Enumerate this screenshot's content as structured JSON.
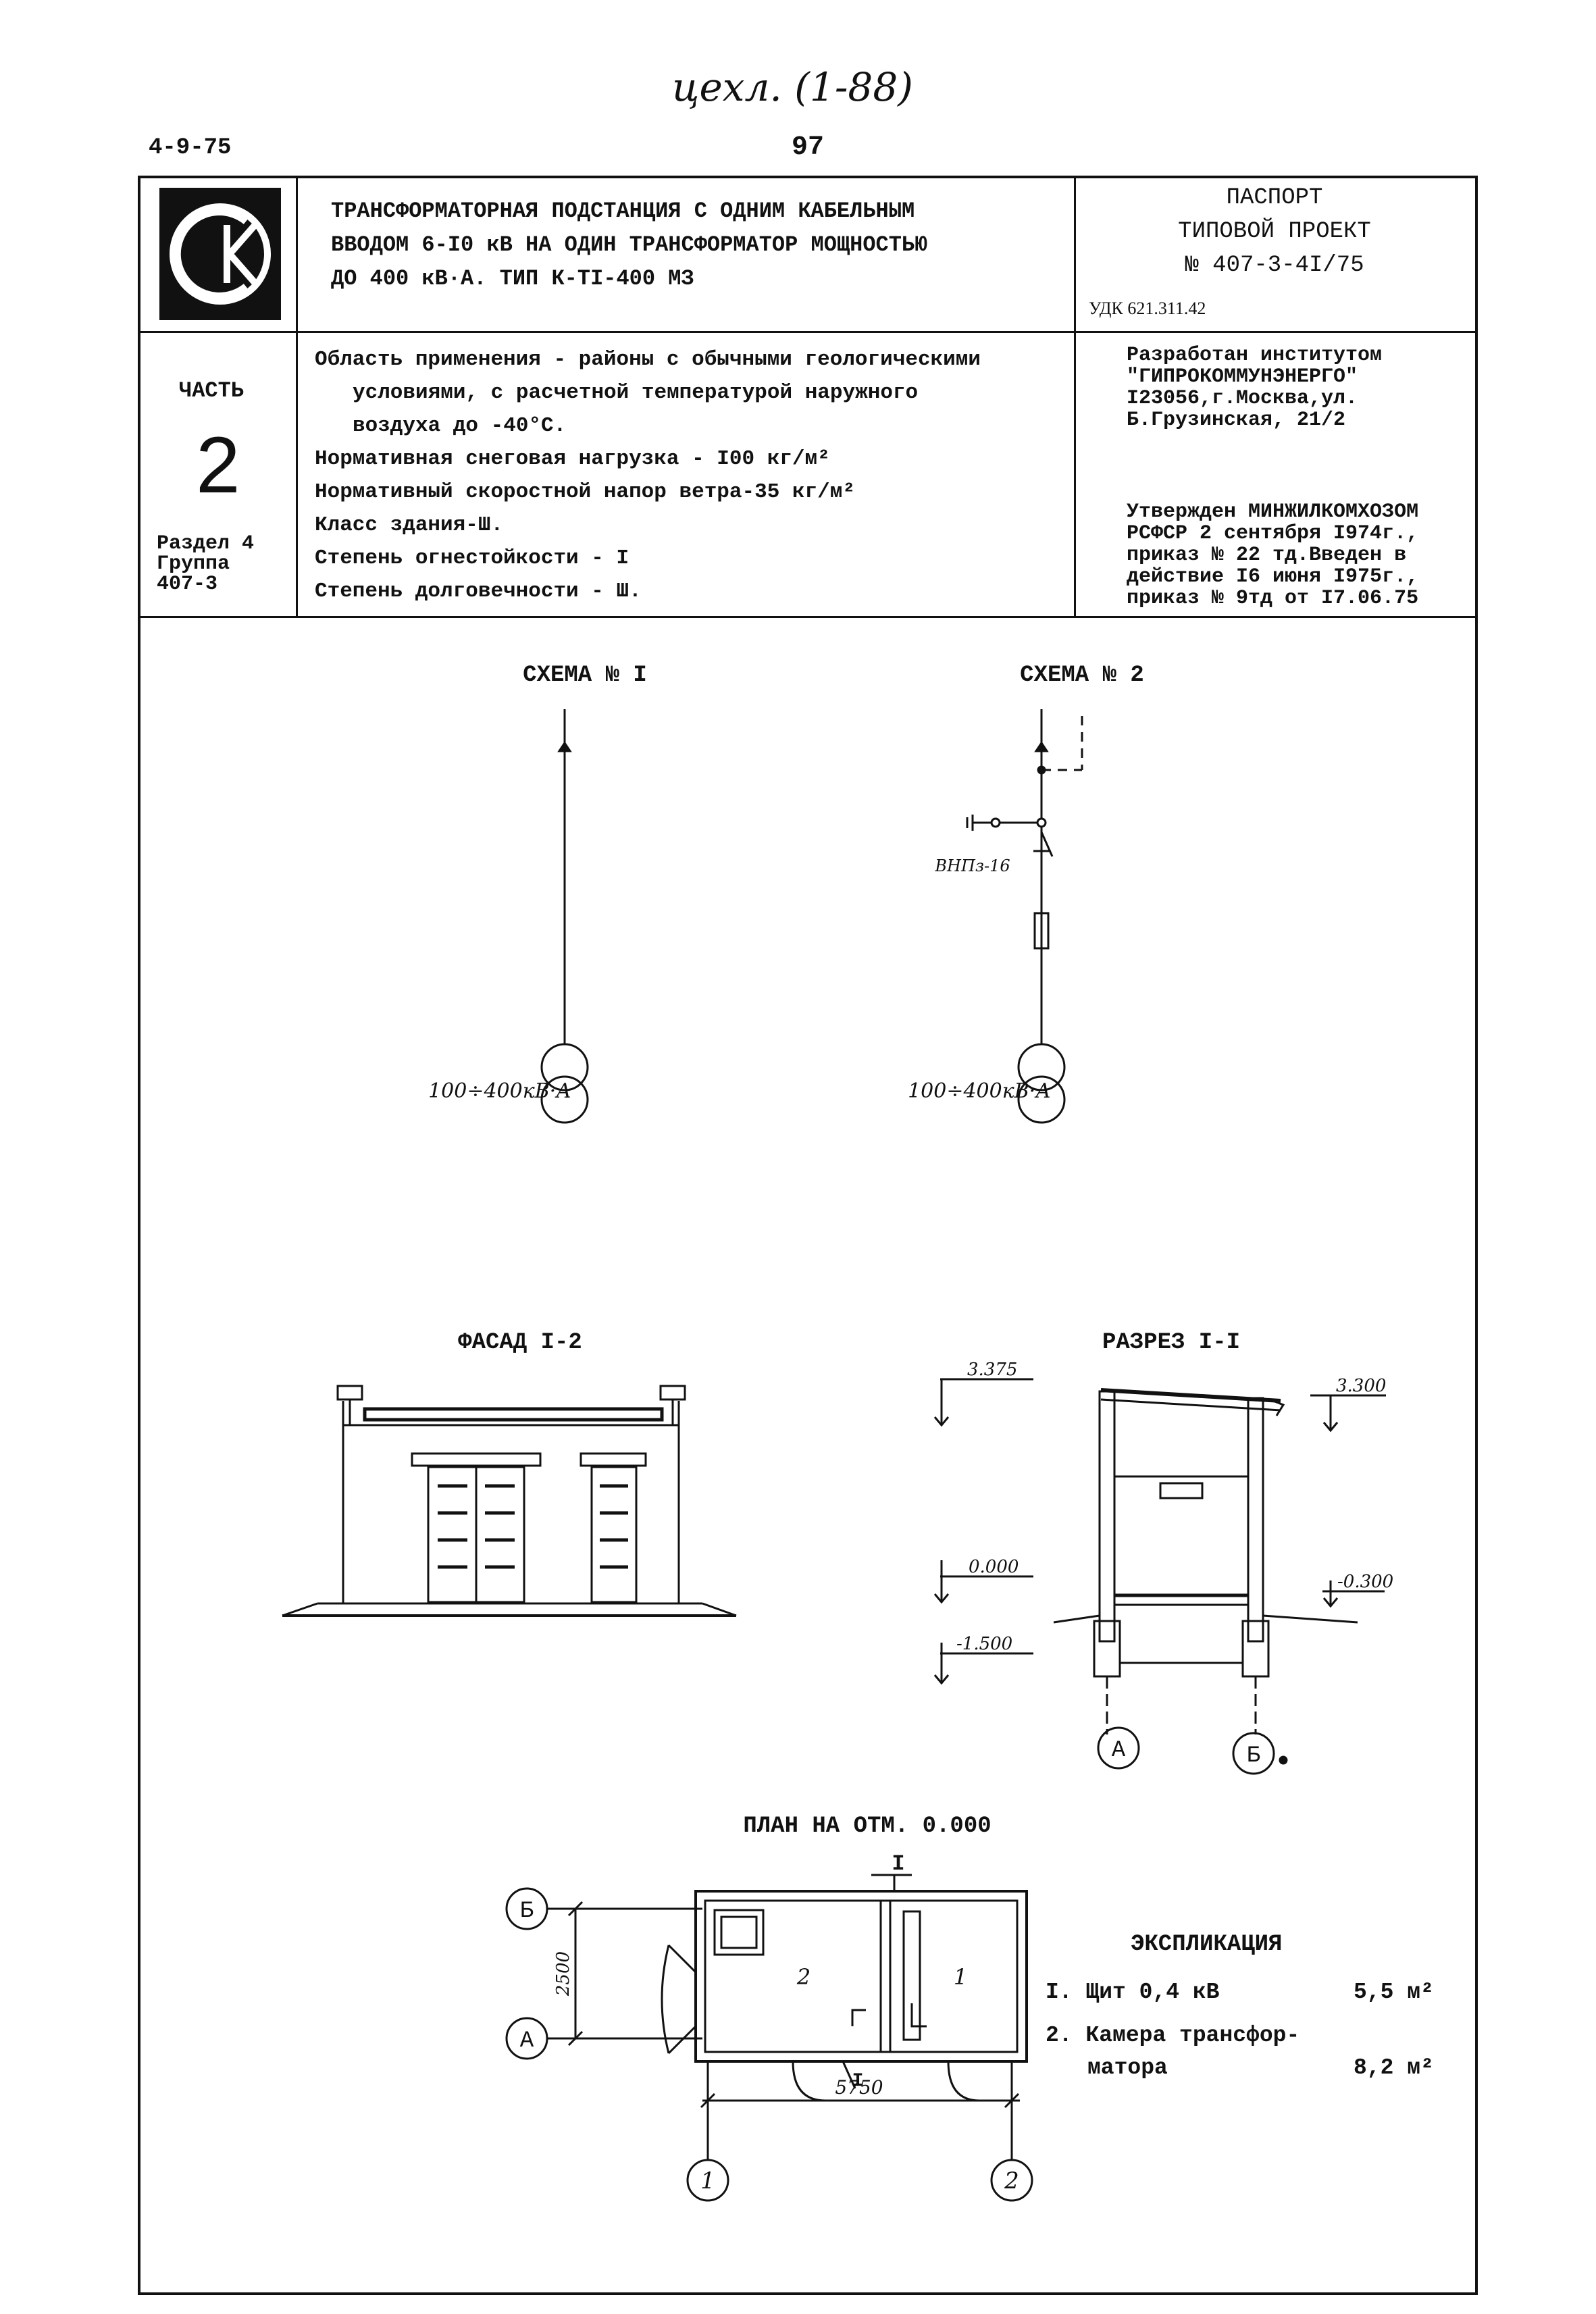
{
  "top": {
    "handwritten_note": "цехл. (1-88)",
    "doc_code": "4-9-75",
    "page_number": "97"
  },
  "header": {
    "logo_letters": "СК",
    "title_lines": [
      "ТРАНСФОРМАТОРНАЯ ПОДСТАНЦИЯ С ОДНИМ КАБЕЛЬНЫМ",
      "ВВОДОМ 6-I0 кВ НА ОДИН ТРАНСФОРМАТОР МОЩНОСТЬЮ",
      "ДО 400 кВ·А.  ТИП К-ТI-400 МЗ"
    ],
    "passport_lines": [
      "ПАСПОРТ",
      "ТИПОВОЙ ПРОЕКТ",
      "№ 407-3-4I/75"
    ],
    "udk": "УДК 621.311.42"
  },
  "info": {
    "part_label": "ЧАСТЬ",
    "part_number": "2",
    "section_lines": [
      "Раздел 4",
      "Группа",
      "407-3"
    ],
    "application_lines": [
      "Область применения - районы с обычными геологическими",
      "условиями, с расчетной температурой наружного",
      "воздуха до -40°С.",
      "Нормативная снеговая нагрузка - I00 кг/м²",
      "Нормативный скоростной напор ветра-35 кг/м²",
      "Класс здания-Ш.",
      "Степень огнестойкости - I",
      "Степень долговечности - Ш."
    ],
    "developer_lines": [
      "Разработан институтом",
      "\"ГИПРОКОММУНЭНЕРГО\"",
      "I23056,г.Москва,ул.",
      "Б.Грузинская, 21/2"
    ],
    "approval_lines": [
      "Утвержден МИНЖИЛКОМХОЗОМ",
      "РСФСР 2 сентября I974г.,",
      "приказ № 22 тд.Введен в",
      "действие I6 июня I975г.,",
      "приказ № 9тд от I7.06.75"
    ]
  },
  "schemes": {
    "scheme1_title": "СХЕМА № I",
    "scheme1_label": "100÷400кВ·А",
    "scheme2_title": "СХЕМА № 2",
    "scheme2_switch_label": "ВНПз-16",
    "scheme2_label": "100÷400кВ·А"
  },
  "facade": {
    "title": "ФАСАД I-2"
  },
  "section": {
    "title": "РАЗРЕЗ I-I",
    "levels": [
      "3.375",
      "3.300",
      "0.000",
      "-0.300",
      "-1.500"
    ],
    "axes": [
      "А",
      "Б"
    ]
  },
  "plan": {
    "title": "ПЛАН НА ОТМ. 0.000",
    "axis_rows": [
      "Б",
      "А"
    ],
    "axis_cols": [
      "1",
      "2"
    ],
    "dim_vertical": "2500",
    "dim_horizontal": "5750",
    "room_numbers": [
      "2",
      "1"
    ],
    "cut_mark": "I"
  },
  "explication": {
    "title": "ЭКСПЛИКАЦИЯ",
    "items": [
      {
        "no": "I.",
        "name_lines": [
          "Щит 0,4 кВ"
        ],
        "area": "5,5 м²"
      },
      {
        "no": "2.",
        "name_lines": [
          "Камера трансфор-",
          "матора"
        ],
        "area": "8,2 м²"
      }
    ]
  }
}
